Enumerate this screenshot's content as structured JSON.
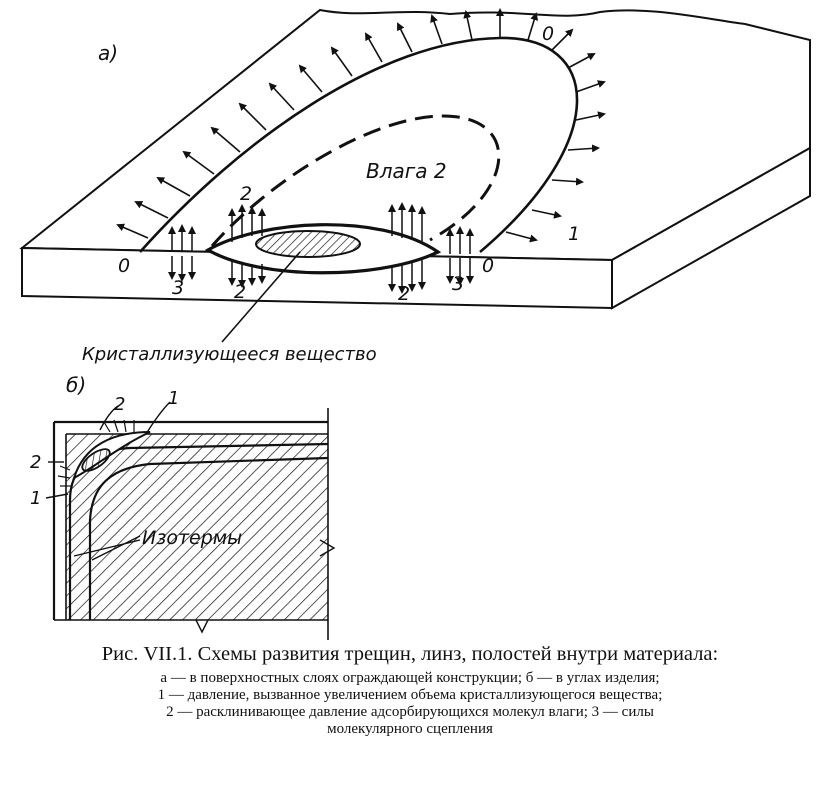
{
  "panel_a": {
    "label": "а)",
    "moisture_label": "Влага 2",
    "points": {
      "zero_top": "0",
      "zero_left": "0",
      "zero_right": "0",
      "one": "1",
      "two_upper": "2",
      "two_lower_left": "2",
      "two_lower_right": "2",
      "three_left": "3",
      "three_right": "3"
    },
    "substance_label": "Кристаллизующееся вещество"
  },
  "panel_b": {
    "label": "б)",
    "marks": {
      "two_top": "2",
      "one_top": "1",
      "two_left": "2",
      "one_left": "1"
    },
    "isotherm_label": "Изотермы"
  },
  "caption": {
    "title": "Рис. VII.1. Схемы развития трещин, линз, полостей внутри материала:",
    "legend": [
      "а — в поверхностных слоях ограждающей конструкции; б — в углах изделия;",
      "1 — давление, вызванное увеличением объема кристаллизующегося вещества;",
      "2 — расклинивающее давление адсорбирующихся молекул влаги; 3 — силы",
      "молекулярного сцепления"
    ]
  }
}
